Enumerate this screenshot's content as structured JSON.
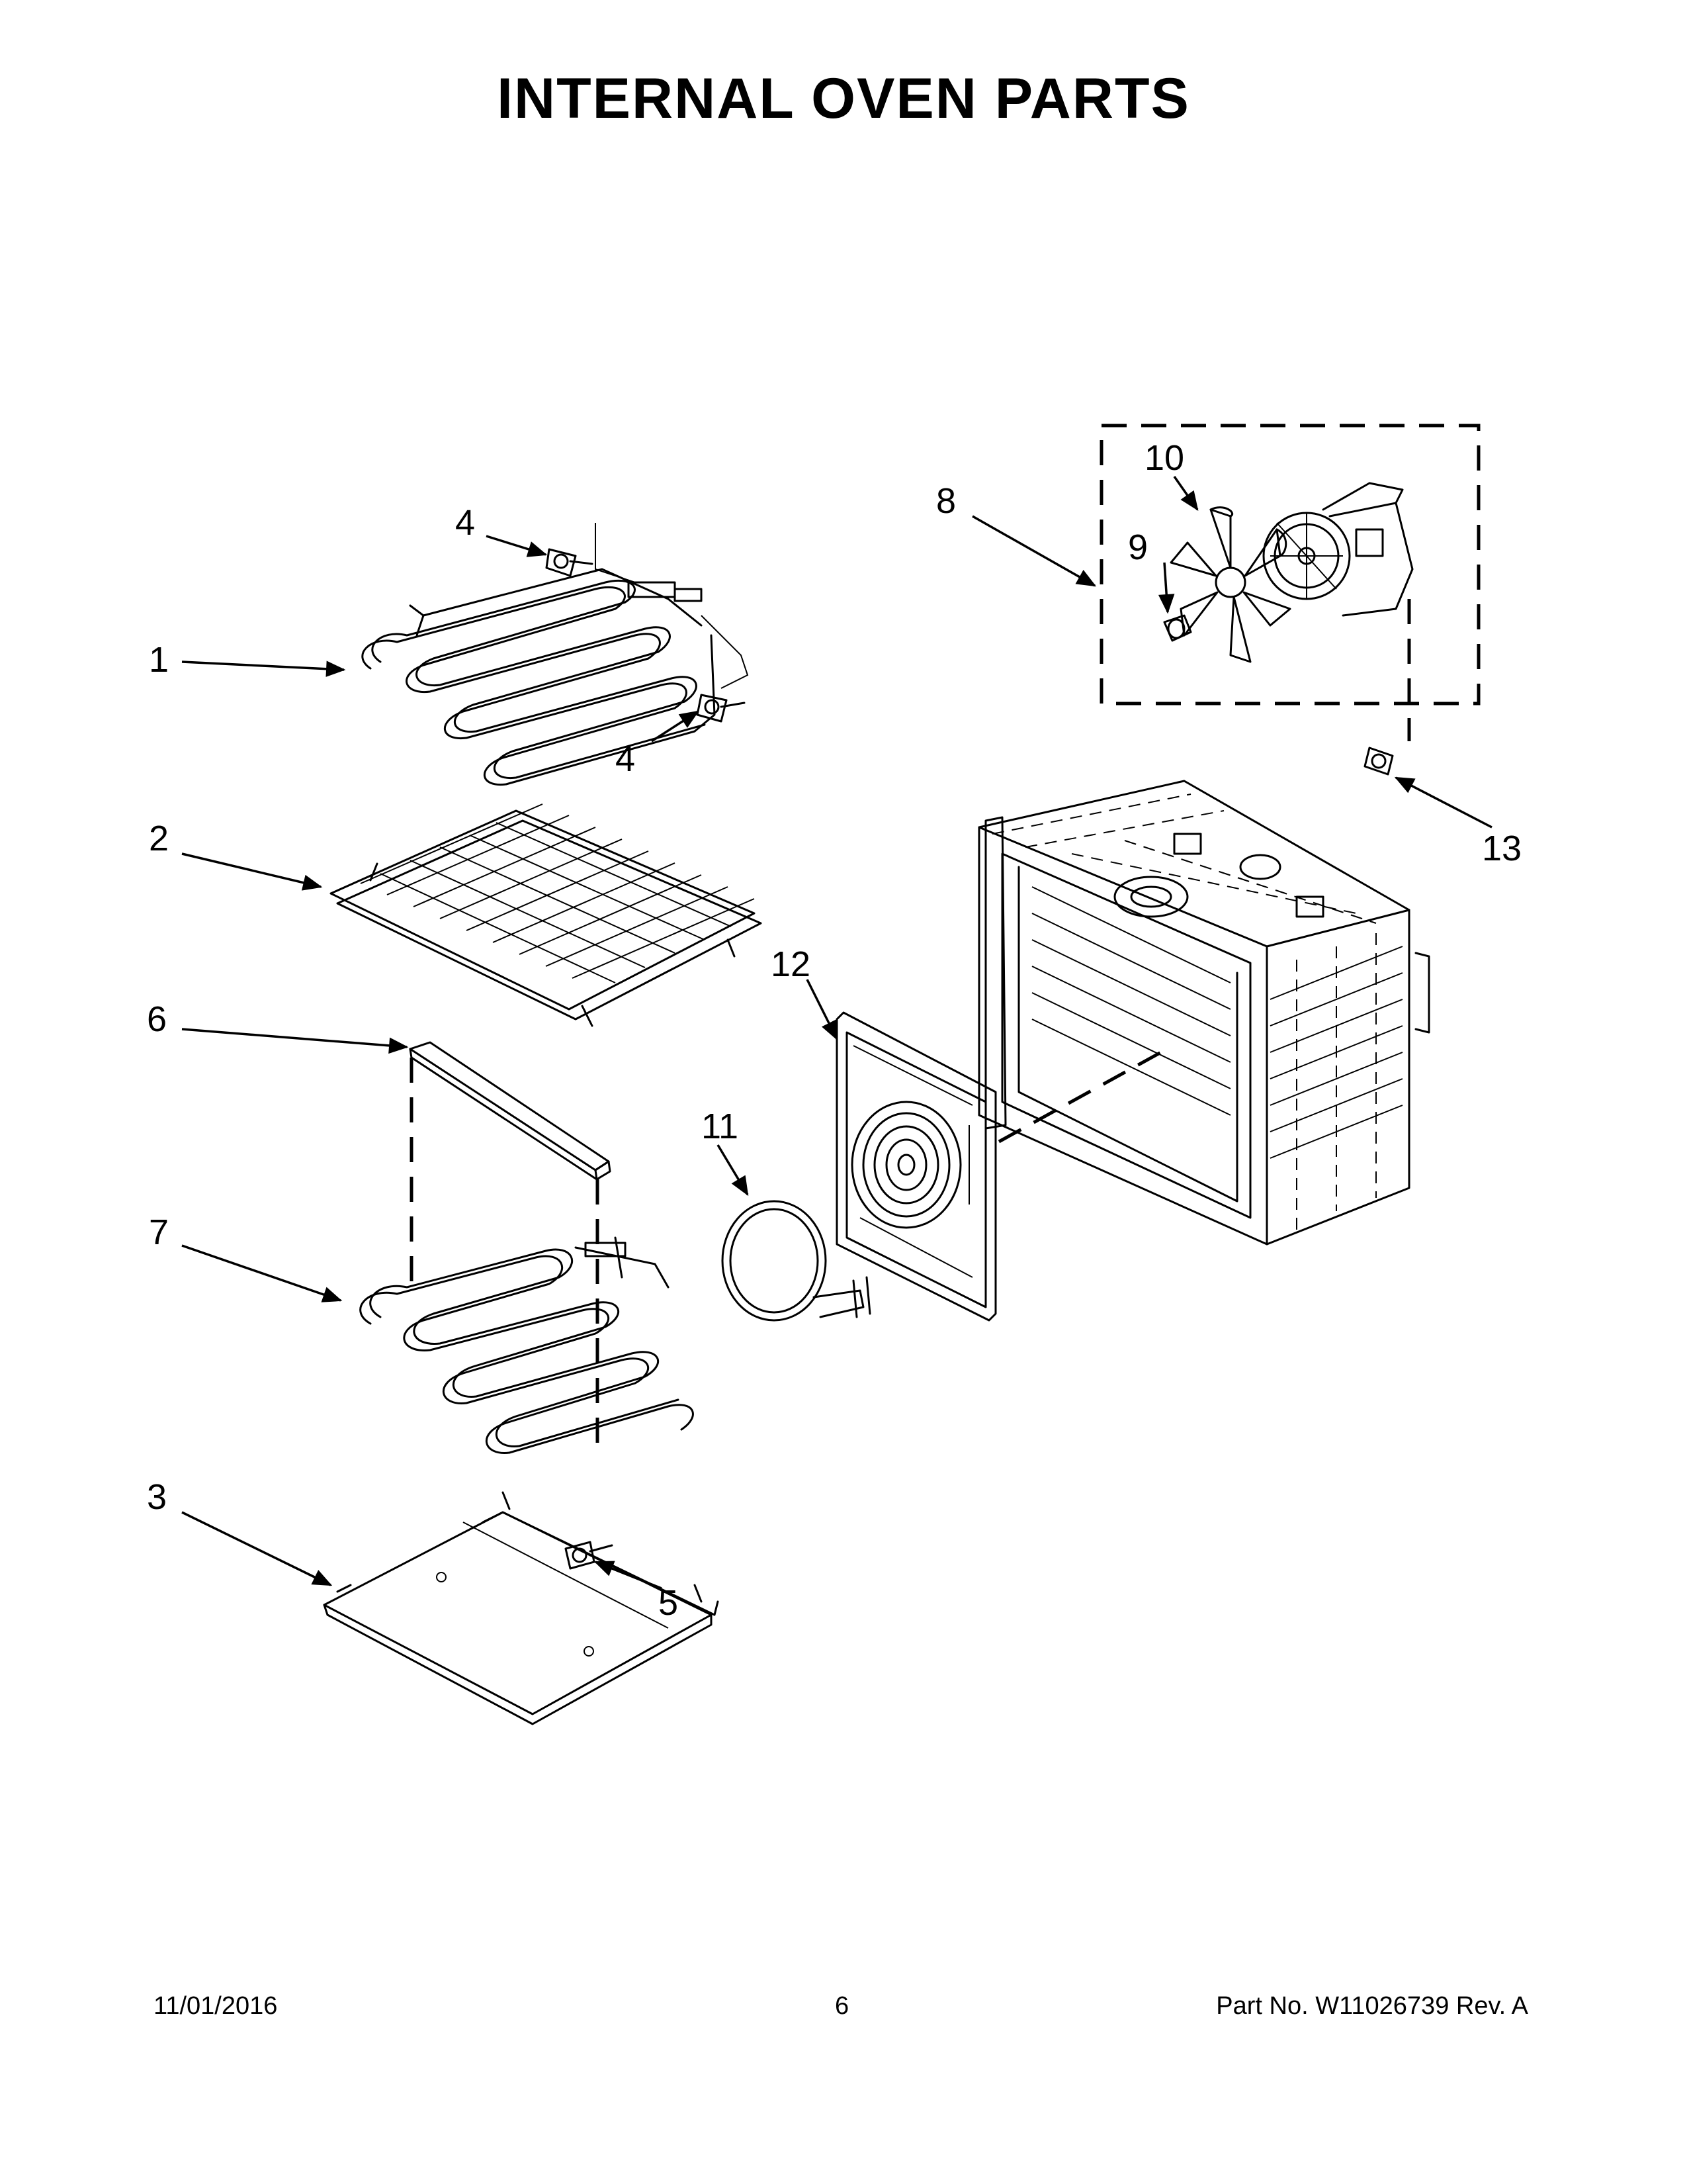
{
  "page_title": "INTERNAL OVEN PARTS",
  "footer": {
    "date": "11/01/2016",
    "page": "6",
    "part": "Part No.  W11026739  Rev.  A"
  },
  "callouts": [
    "1",
    "2",
    "3",
    "4",
    "4",
    "5",
    "6",
    "7",
    "8",
    "9",
    "10",
    "11",
    "12",
    "13"
  ]
}
